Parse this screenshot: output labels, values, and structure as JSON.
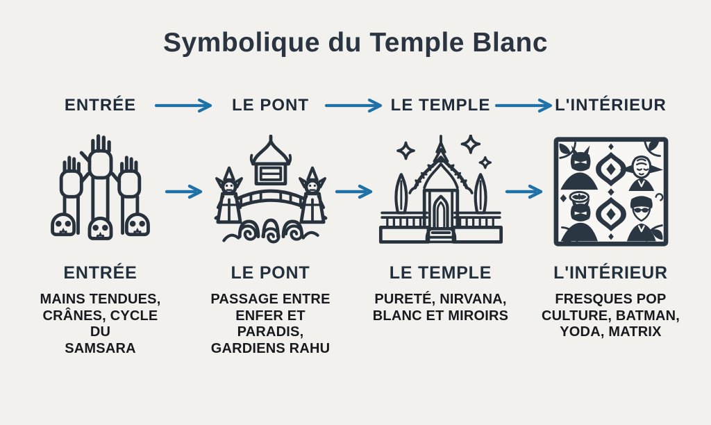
{
  "title": "Symbolique du Temple Blanc",
  "colors": {
    "background": "#f2f1ee",
    "title": "#2a3541",
    "stage_label": "#1f2b38",
    "description_text": "#17191c",
    "arrow": "#1f72a8",
    "icon_ink": "#28323d"
  },
  "flow_direction": "left-to-right",
  "stages": [
    {
      "label": "ENTRÉE",
      "heading": "ENTRÉE",
      "description": "MAINS TENDUES,\nCRÂNES, CYCLE DU\nSAMSARA",
      "icon": "raised-hands-skulls-icon"
    },
    {
      "label": "LE PONT",
      "heading": "LE PONT",
      "description": "PASSAGE ENTRE\nENFER ET PARADIS,\nGARDIENS RAHU",
      "icon": "bridge-guardians-icon"
    },
    {
      "label": "LE TEMPLE",
      "heading": "LE TEMPLE",
      "description": "PURETÉ, NIRVANA,\nBLANC ET MIROIRS",
      "icon": "ornate-temple-icon"
    },
    {
      "label": "L'INTÉRIEUR",
      "heading": "L'INTÉRIEUR",
      "description": "FRESQUES POP\nCULTURE, BATMAN,\nYODA, MATRIX",
      "icon": "pop-culture-mural-icon"
    }
  ]
}
